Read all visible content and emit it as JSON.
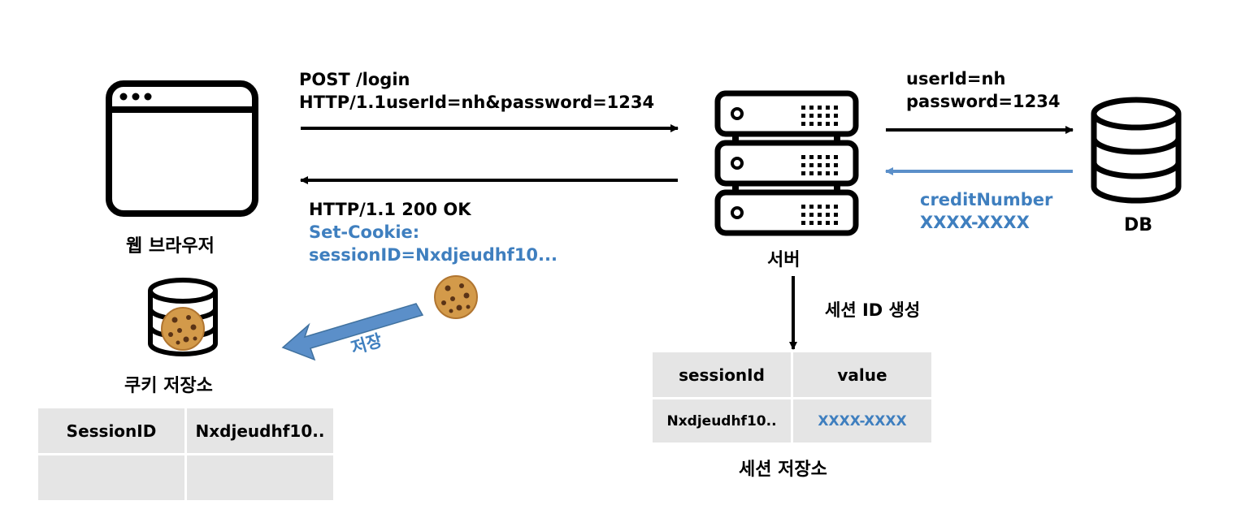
{
  "browser": {
    "label": "웹 브라우저"
  },
  "server": {
    "label": "서버"
  },
  "db": {
    "label": "DB"
  },
  "request": {
    "line1": "POST /login",
    "line2": "HTTP/1.1userId=nh&password=1234"
  },
  "response": {
    "line1": "HTTP/1.1 200 OK",
    "line2": "Set-Cookie:",
    "line3": "sessionID=Nxdjeudhf10..."
  },
  "db_query": {
    "line1": "userId=nh",
    "line2": "password=1234"
  },
  "db_result": {
    "line1": "creditNumber",
    "line2": "XXXX-XXXX"
  },
  "store_label": "저장",
  "cookie_store": {
    "label": "쿠키 저장소",
    "rows": [
      [
        "SessionID",
        "Nxdjeudhf10.."
      ],
      [
        "",
        ""
      ]
    ]
  },
  "session_create": {
    "label": "세션 ID 생성"
  },
  "session_store": {
    "label": "세션 저장소",
    "headers": [
      "sessionId",
      "value"
    ],
    "rows": [
      [
        "Nxdjeudhf10..",
        "XXXX-XXXX"
      ]
    ]
  },
  "colors": {
    "accent": "#3f7fbf",
    "table_cell": "#e5e5e5",
    "cookie": "#d39a4a",
    "cookie_chip": "#5a3316"
  }
}
